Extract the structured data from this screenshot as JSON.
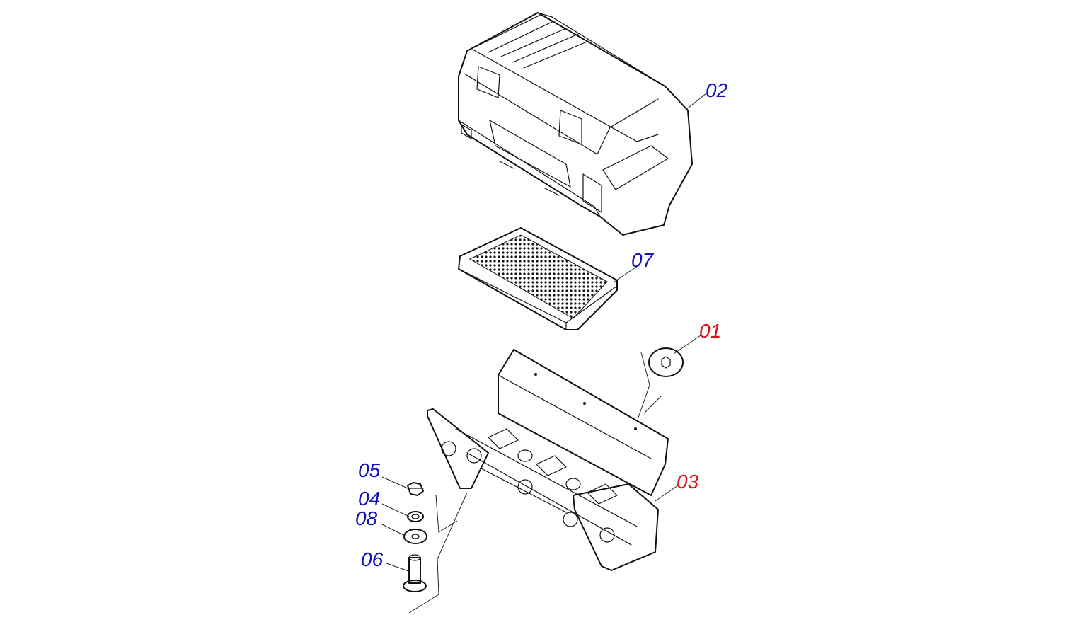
{
  "colors": {
    "label_blue": "#1111bb",
    "label_red": "#dd1111",
    "line": "#111111",
    "background": "#ffffff"
  },
  "parts": [
    {
      "id": "p02",
      "name": "lid-cover",
      "label": "02",
      "color": "blue"
    },
    {
      "id": "p07",
      "name": "grease-tray",
      "label": "07",
      "color": "blue"
    },
    {
      "id": "p01",
      "name": "washer-disc",
      "label": "01",
      "color": "red"
    },
    {
      "id": "p03",
      "name": "burner-housing",
      "label": "03",
      "color": "red"
    },
    {
      "id": "p05",
      "name": "hex-nut",
      "label": "05",
      "color": "blue"
    },
    {
      "id": "p04",
      "name": "spring-washer",
      "label": "04",
      "color": "blue"
    },
    {
      "id": "p08",
      "name": "flat-washer",
      "label": "08",
      "color": "blue"
    },
    {
      "id": "p06",
      "name": "leg-bolt",
      "label": "06",
      "color": "blue"
    }
  ]
}
